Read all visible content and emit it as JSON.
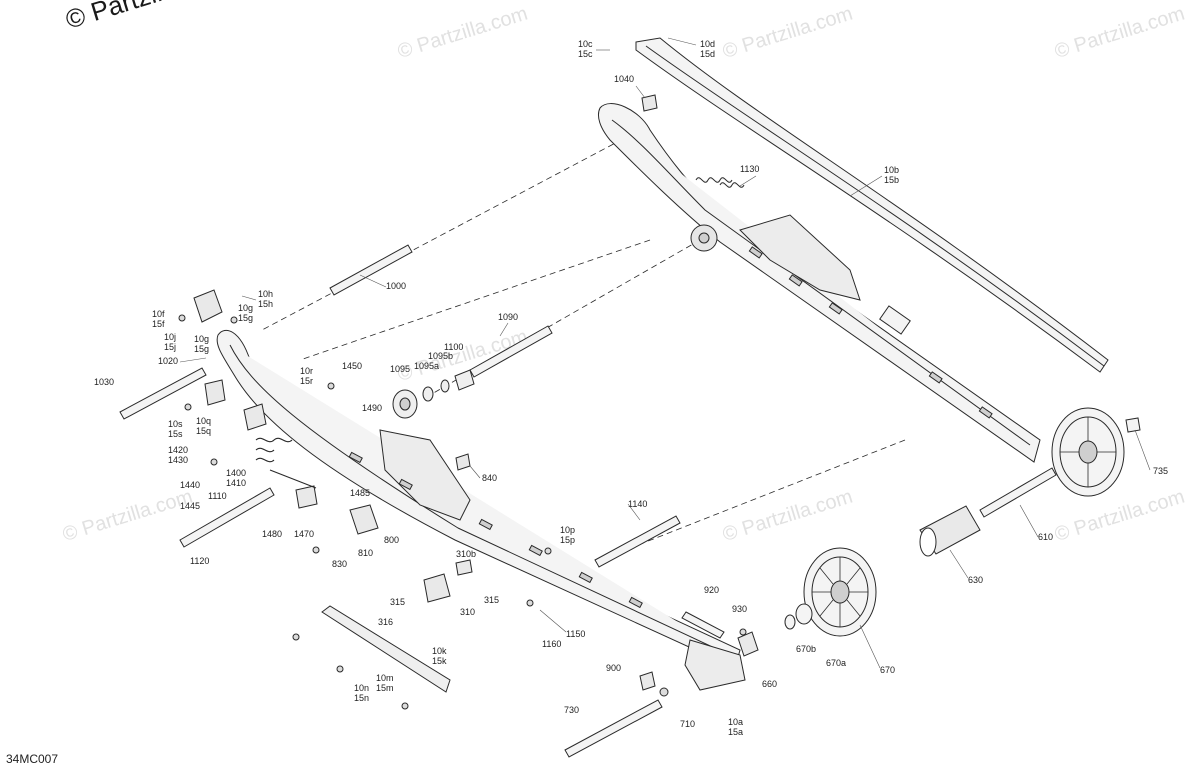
{
  "watermark": {
    "main": "© Partzilla.com",
    "repeat": "© Partzilla.com"
  },
  "diagram_code": "34MC007",
  "colors": {
    "line": "#2a2a2a",
    "fill": "#f4f4f4",
    "shade": "#cfcfcf",
    "watermark": "#e1e1e1"
  },
  "callouts": [
    {
      "id": "c10c",
      "text": "10c\n15c"
    },
    {
      "id": "c10d",
      "text": "10d\n15d"
    },
    {
      "id": "c1040",
      "text": "1040"
    },
    {
      "id": "c1130",
      "text": "1130"
    },
    {
      "id": "c10b",
      "text": "10b\n15b"
    },
    {
      "id": "c10h",
      "text": "10h\n15h"
    },
    {
      "id": "c10f",
      "text": "10f\n15f"
    },
    {
      "id": "c10g1",
      "text": "10g\n15g"
    },
    {
      "id": "c10j",
      "text": "10j\n15j"
    },
    {
      "id": "c10g2",
      "text": "10g\n15g"
    },
    {
      "id": "c1000",
      "text": "1000"
    },
    {
      "id": "c1090",
      "text": "1090"
    },
    {
      "id": "c1020",
      "text": "1020"
    },
    {
      "id": "c10r",
      "text": "10r\n15r"
    },
    {
      "id": "c1450",
      "text": "1450"
    },
    {
      "id": "c1100",
      "text": "1100"
    },
    {
      "id": "c1095b",
      "text": "1095b"
    },
    {
      "id": "c1095a",
      "text": "1095a"
    },
    {
      "id": "c1095",
      "text": "1095"
    },
    {
      "id": "c1030",
      "text": "1030"
    },
    {
      "id": "c1490",
      "text": "1490"
    },
    {
      "id": "c10s",
      "text": "10s\n15s"
    },
    {
      "id": "c10q",
      "text": "10q\n15q"
    },
    {
      "id": "c1420",
      "text": "1420\n1430"
    },
    {
      "id": "c1400",
      "text": "1400\n1410"
    },
    {
      "id": "c1440",
      "text": "1440"
    },
    {
      "id": "c1110",
      "text": "1110"
    },
    {
      "id": "c1445",
      "text": "1445"
    },
    {
      "id": "c840",
      "text": "840"
    },
    {
      "id": "c1485",
      "text": "1485"
    },
    {
      "id": "c1480",
      "text": "1480"
    },
    {
      "id": "c1470",
      "text": "1470"
    },
    {
      "id": "c800",
      "text": "800"
    },
    {
      "id": "c810",
      "text": "810"
    },
    {
      "id": "c830",
      "text": "830"
    },
    {
      "id": "c1120",
      "text": "1120"
    },
    {
      "id": "c1140",
      "text": "1140"
    },
    {
      "id": "c10p",
      "text": "10p\n15p"
    },
    {
      "id": "c310b",
      "text": "310b"
    },
    {
      "id": "c315a",
      "text": "315"
    },
    {
      "id": "c315b",
      "text": "315"
    },
    {
      "id": "c310",
      "text": "310"
    },
    {
      "id": "c316",
      "text": "316"
    },
    {
      "id": "c1150",
      "text": "1150"
    },
    {
      "id": "c1160",
      "text": "1160"
    },
    {
      "id": "c10k",
      "text": "10k\n15k"
    },
    {
      "id": "c10m",
      "text": "10m\n15m"
    },
    {
      "id": "c10n",
      "text": "10n\n15n"
    },
    {
      "id": "c920",
      "text": "920"
    },
    {
      "id": "c930",
      "text": "930"
    },
    {
      "id": "c900",
      "text": "900"
    },
    {
      "id": "c660",
      "text": "660"
    },
    {
      "id": "c670b",
      "text": "670b"
    },
    {
      "id": "c670a",
      "text": "670a"
    },
    {
      "id": "c670",
      "text": "670"
    },
    {
      "id": "c630",
      "text": "630"
    },
    {
      "id": "c610",
      "text": "610"
    },
    {
      "id": "c735",
      "text": "735"
    },
    {
      "id": "c710",
      "text": "710"
    },
    {
      "id": "c10a",
      "text": "10a\n15a"
    },
    {
      "id": "c730",
      "text": "730"
    }
  ]
}
